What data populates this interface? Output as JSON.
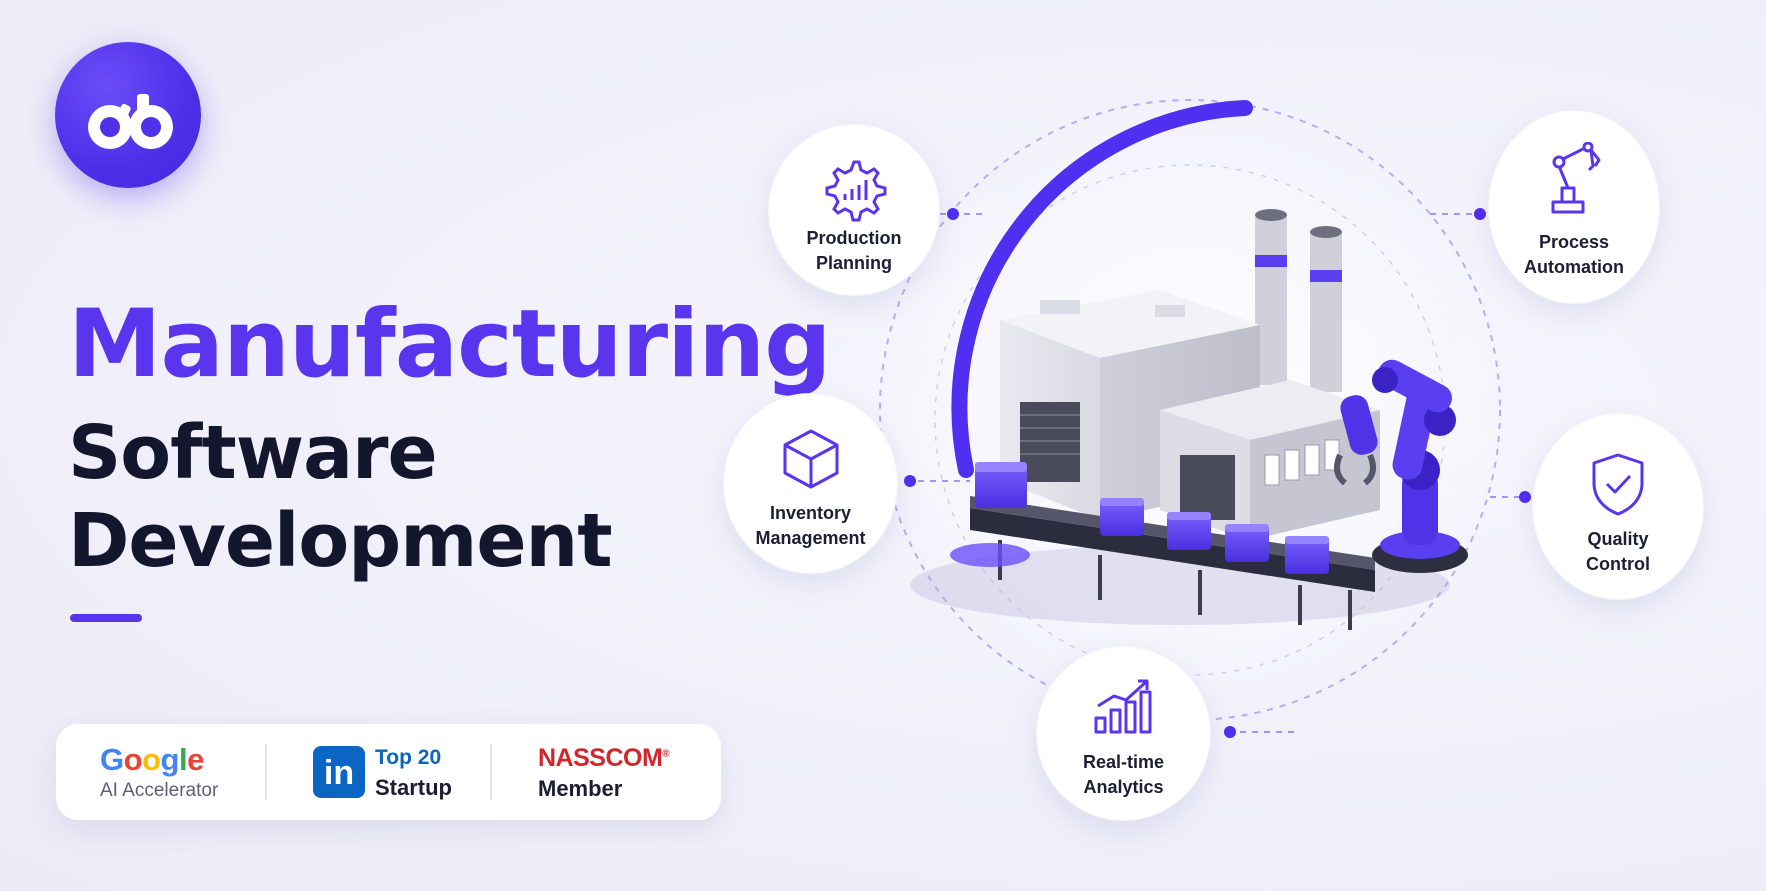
{
  "brand": {
    "logo_text": "eb",
    "accent": "#5a35ee",
    "dark": "#14162e"
  },
  "headline": {
    "line1": "Manufacturing",
    "line2": "Software",
    "line3": "Development"
  },
  "badges": {
    "google": {
      "word_parts": [
        "G",
        "o",
        "o",
        "g",
        "l",
        "e"
      ],
      "sub": "AI Accelerator"
    },
    "linkedin": {
      "icon_text": "in",
      "top": "Top 20",
      "sub": "Startup"
    },
    "nasscom": {
      "name": "NASSCOM",
      "mark": "®",
      "sub": "Member"
    }
  },
  "features": {
    "production": {
      "line1": "Production",
      "line2": "Planning",
      "icon": "gear-chart-icon"
    },
    "process": {
      "line1": "Process",
      "line2": "Automation",
      "icon": "robot-arm-icon"
    },
    "inventory": {
      "line1": "Inventory",
      "line2": "Management",
      "icon": "box-icon"
    },
    "quality": {
      "line1": "Quality",
      "line2": "Control",
      "icon": "shield-check-icon"
    },
    "analytics": {
      "line1": "Real-time",
      "line2": "Analytics",
      "icon": "bar-chart-trend-icon"
    }
  },
  "illustration": "factory-conveyor-robot-illustration"
}
